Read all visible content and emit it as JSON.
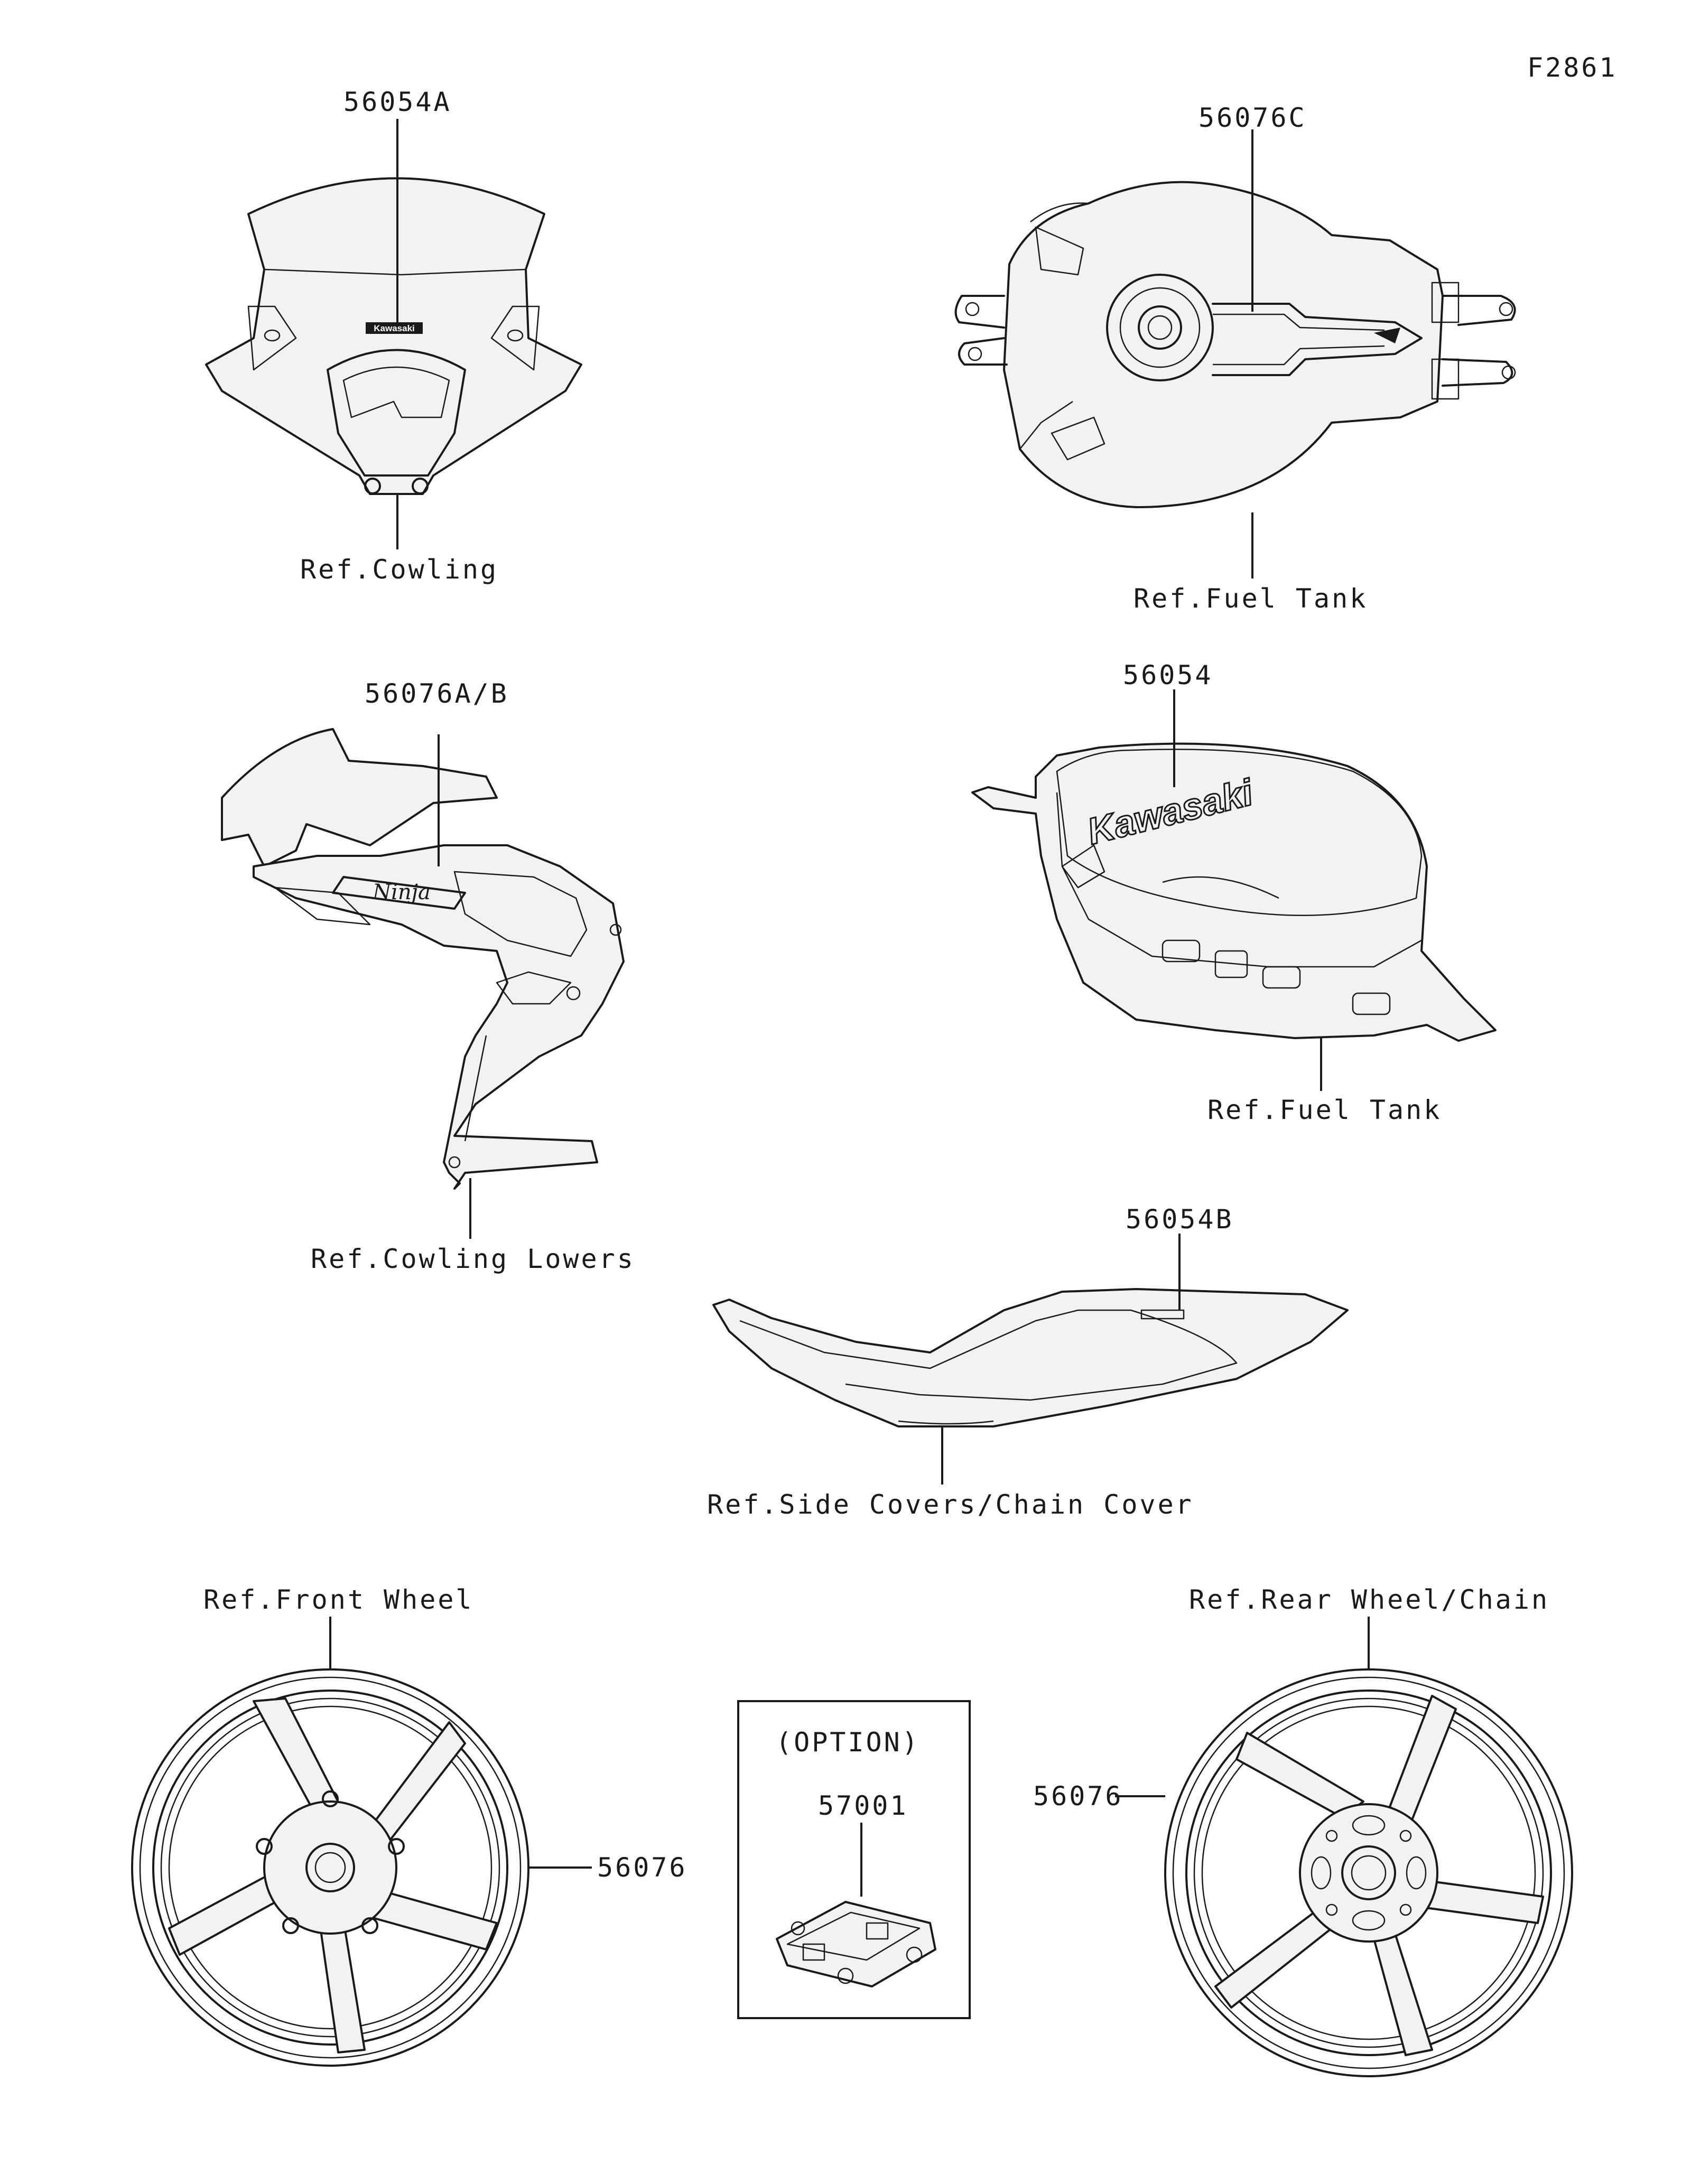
{
  "figure_code": "F2861",
  "callouts": {
    "windshield_part": "56054A",
    "windshield_ref": "Ref.Cowling",
    "tank_top_part": "56076C",
    "tank_top_ref": "Ref.Fuel Tank",
    "cowling_part": "56076A/B",
    "cowling_ref": "Ref.Cowling Lowers",
    "tank_side_part": "56054",
    "tank_side_ref": "Ref.Fuel Tank",
    "tank_side_logo": "Kawasaki",
    "windshield_logo": "Kawasaki",
    "cowling_logo": "Ninja",
    "side_cover_part": "56054B",
    "side_cover_ref": "Ref.Side Covers/Chain Cover",
    "front_wheel_ref": "Ref.Front Wheel",
    "front_wheel_part": "56076",
    "rear_wheel_ref": "Ref.Rear Wheel/Chain",
    "rear_wheel_part": "56076",
    "option_label": "(OPTION)",
    "option_part": "57001"
  }
}
